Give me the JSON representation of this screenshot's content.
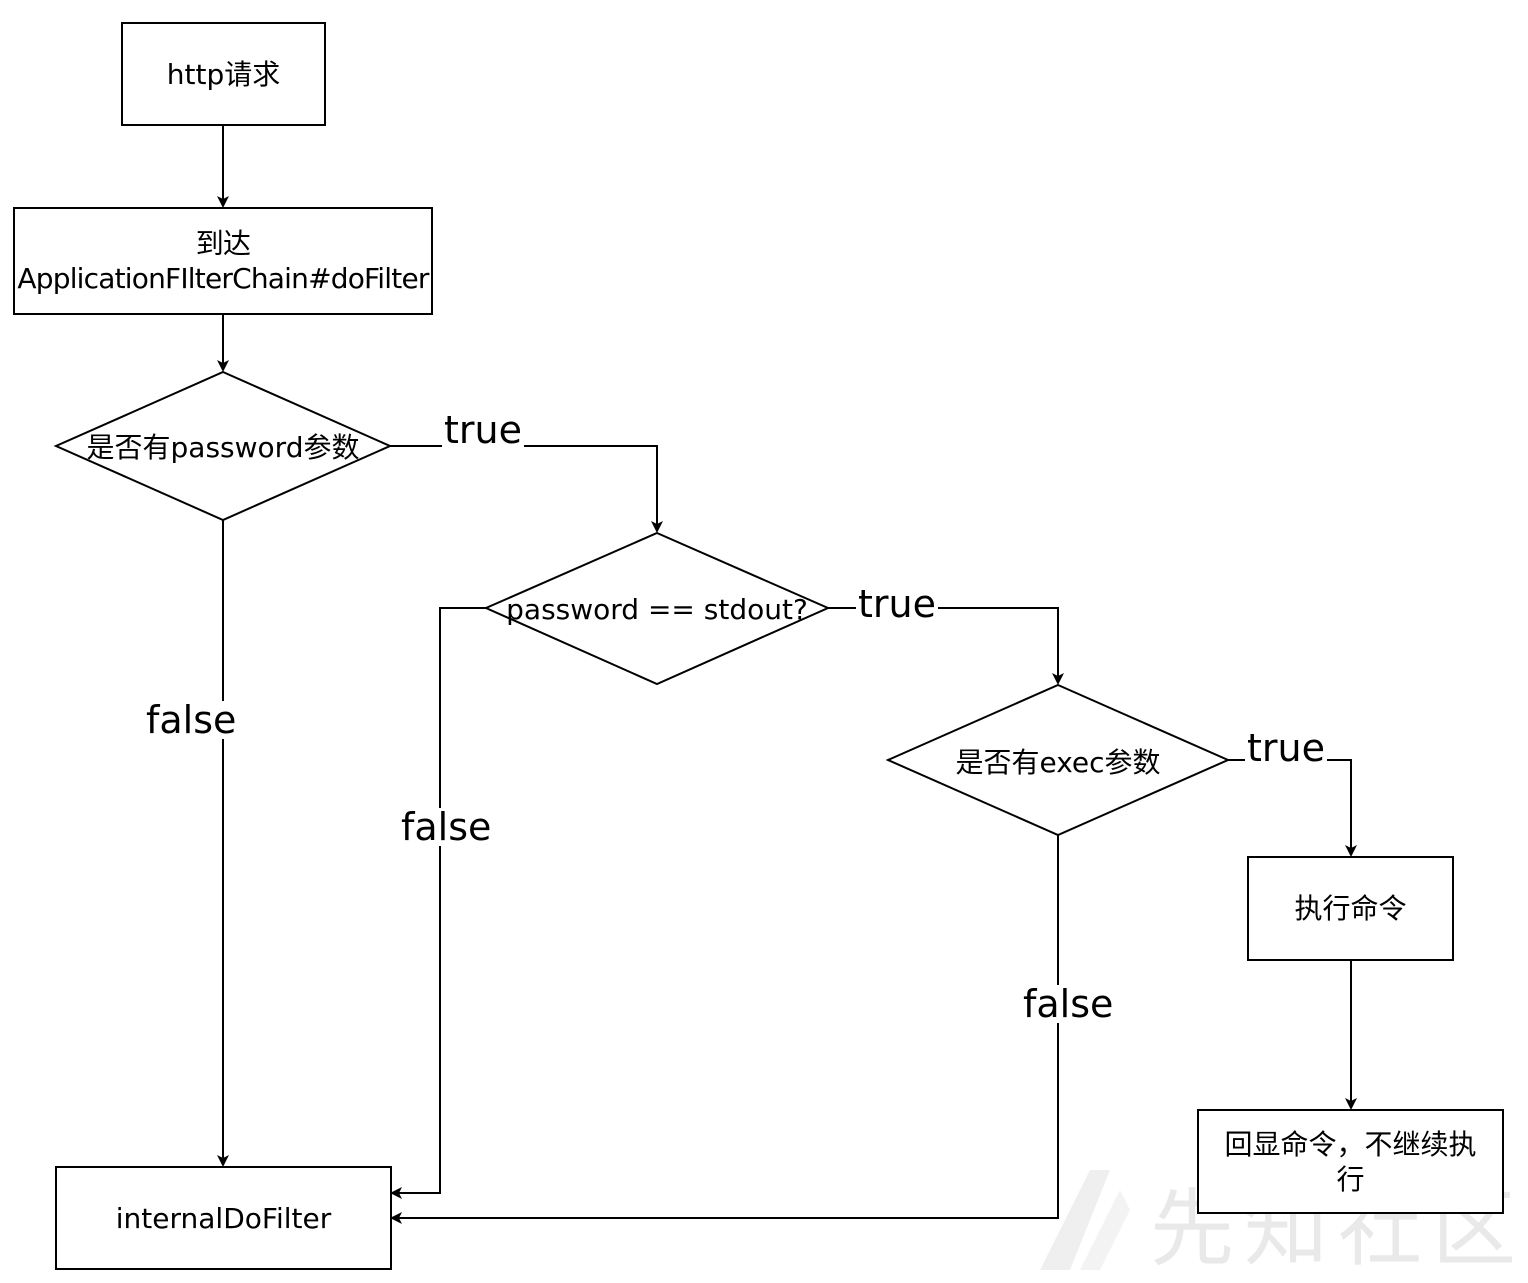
{
  "nodes": {
    "http_request": "http请求",
    "reach_line1": "到达",
    "reach_line2": "ApplicationFIlterChain#doFilter",
    "has_password": "是否有password参数",
    "password_check": "password == stdout?",
    "has_exec": "是否有exec参数",
    "exec_command": "执行命令",
    "echo_line1": "回显命令，不继续执",
    "echo_line2": "行",
    "internal": "internalDoFilter"
  },
  "edges": {
    "pw_true": "true",
    "pw_false": "false",
    "check_true": "true",
    "check_false": "false",
    "exec_true": "true",
    "exec_false": "false"
  },
  "watermark": "先知社区"
}
